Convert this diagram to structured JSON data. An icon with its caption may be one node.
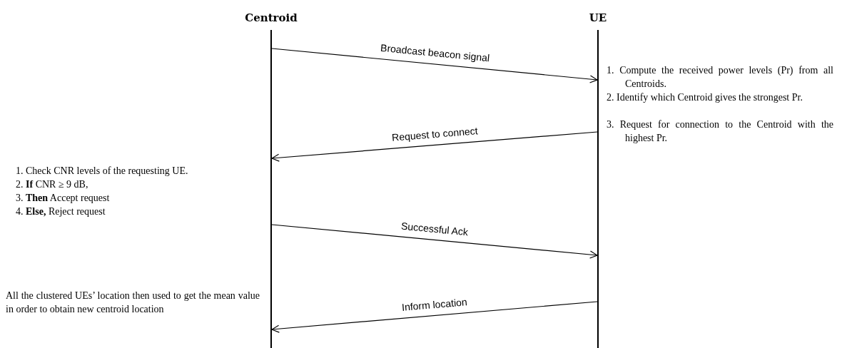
{
  "diagram": {
    "nodes": [
      {
        "text": [
          "Centroid"
        ]
      },
      {
        "text": [
          "UE"
        ]
      }
    ],
    "edges": [
      {
        "from": 0,
        "to": 1,
        "arrow": "to",
        "label": "Broadcast beacon signal"
      },
      {
        "from": 1,
        "to": 0,
        "arrow": "to",
        "label": "Request to connect"
      },
      {
        "from": 0,
        "to": 1,
        "arrow": "to",
        "label": "Successful Ack"
      },
      {
        "from": 1,
        "to": 0,
        "arrow": "to",
        "label": "Inform location"
      }
    ],
    "labels": [
      "1. Compute the received power levels (Pr) from all Centroids.",
      "2. Identify which Centroid gives the strongest Pr.",
      "3. Request for connection to the Centroid with the highest Pr.",
      "1. Check CNR levels of the requesting UE.",
      "2. **If** CNR ≥ 9 dB,",
      "3. **Then** Accept request",
      "4. **Else,** Reject request",
      "All the clustered UEs’ location then used to get the mean value in order to obtain new centroid location"
    ]
  }
}
